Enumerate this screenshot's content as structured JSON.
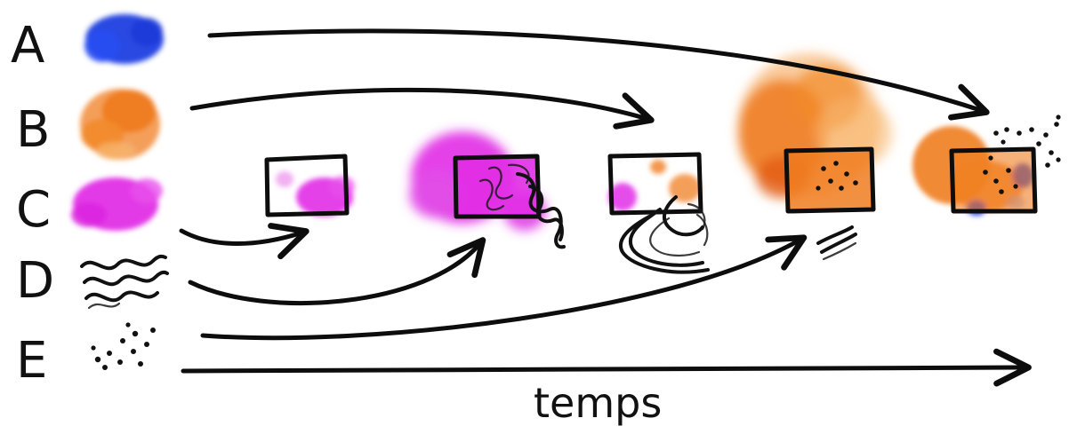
{
  "rows": [
    {
      "letter": "A",
      "color": "#1f3fe0",
      "kind": "blob"
    },
    {
      "letter": "B",
      "color": "#f07d20",
      "kind": "blob"
    },
    {
      "letter": "C",
      "color": "#e12ee6",
      "kind": "blob"
    },
    {
      "letter": "D",
      "color": "#111111",
      "kind": "waves"
    },
    {
      "letter": "E",
      "color": "#111111",
      "kind": "dots"
    }
  ],
  "axis_label": "temps",
  "frame_count": 5
}
